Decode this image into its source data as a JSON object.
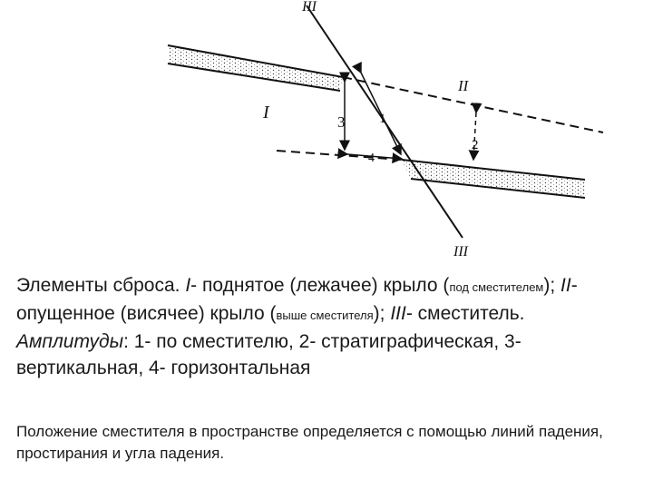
{
  "diagram": {
    "labels": {
      "wing_top": "I",
      "wing_bottom": "II",
      "fault_top": "III",
      "fault_bottom": "III",
      "amp_vertical": "3",
      "amp_fault": "1",
      "amp_strat": "2",
      "amp_horizontal": "4"
    }
  },
  "caption": {
    "p1": "Элементы сброса. ",
    "p2": "I",
    "p3": "- поднятое (лежачее) крыло (",
    "p4": "под сместителем",
    "p5": "); ",
    "p6": "II",
    "p7": "- опущенное (висячее) крыло (",
    "p8": "выше сместителя",
    "p9": "); ",
    "p10": "III",
    "p11": "- сместитель. ",
    "p12": "Амплитуды",
    "p13": ": 1- по сместителю, 2- стратиграфическая, 3- вертикальная, 4- горизонтальная"
  },
  "note": "Положение сместителя в пространстве определяется с помощью линий падения, простирания и угла падения."
}
